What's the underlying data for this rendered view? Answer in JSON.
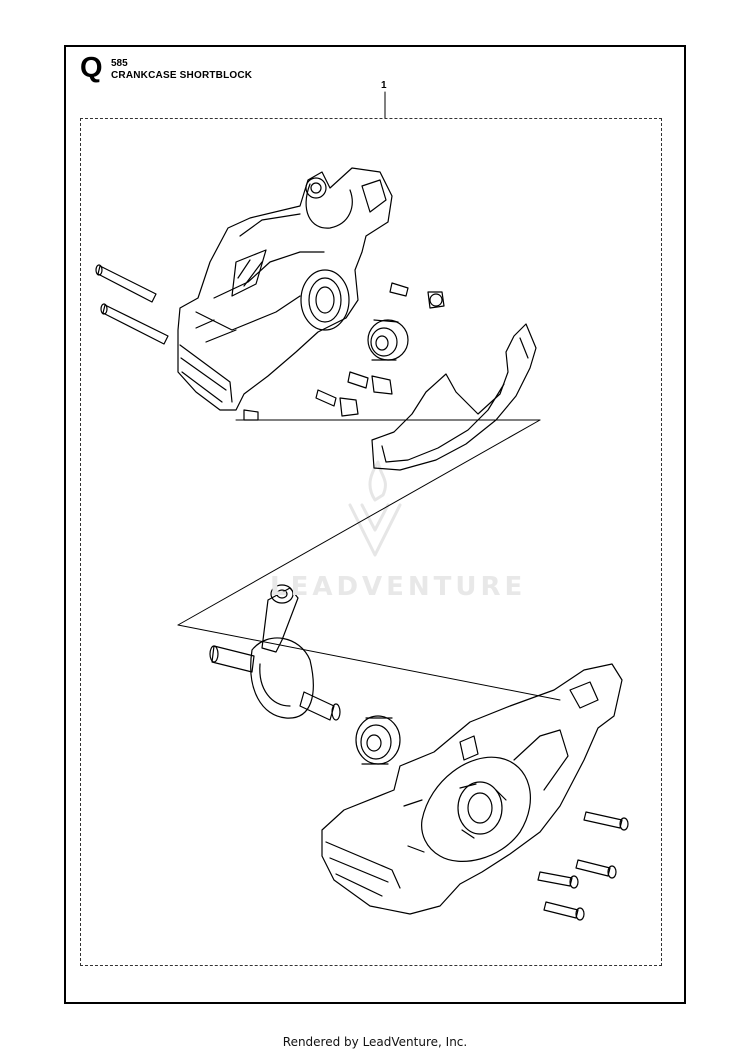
{
  "header": {
    "section_letter": "Q",
    "model_number": "585",
    "title": "CRANKCASE SHORTBLOCK"
  },
  "callouts": [
    "1"
  ],
  "watermark": {
    "text": "LEADVENTURE"
  },
  "footer": {
    "text": "Rendered by LeadVenture, Inc."
  },
  "icons": {
    "watermark_logo": "flame-v-logo-icon"
  }
}
